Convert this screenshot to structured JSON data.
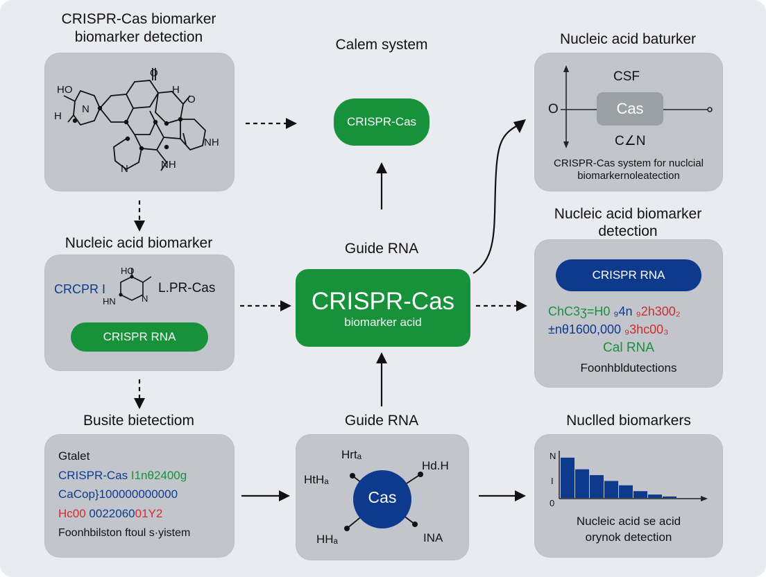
{
  "titles": {
    "top_left_line1": "CRISPR-Cas biomarker",
    "top_left_line2": "biomarker detection",
    "top_center": "Calem system",
    "top_right": "Nucleic acid baturker",
    "mid_left": "Nucleic acid biomarker",
    "mid_center": "Guide RNA",
    "mid_right_line1": "Nucleic acid biomarker",
    "mid_right_line2": "detection",
    "bottom_left": "Busite bietectiom",
    "bottom_center": "Guide RNA",
    "bottom_right": "Nuclled biomarkers"
  },
  "top_left_molecule": {
    "label_ho": "HO",
    "label_n": "N",
    "label_h_left": "H",
    "label_o_top": "O",
    "label_h_top": "H",
    "label_o_right": "O",
    "label_nh_right": "NH",
    "label_n_bottom": "N",
    "label_nh_bottom": "NH"
  },
  "top_center_pill": "CRISPR-Cas",
  "top_right_panel": {
    "label_top": "CSF",
    "label_bottom": "C∠N",
    "label_left": "O",
    "cas_label": "Cas",
    "caption_line1": "CRISPR-Cas system for nuclcial",
    "caption_line2": "biomarkernoleatection"
  },
  "mid_left_panel": {
    "text_left": "CRCPR I",
    "text_right": "L.PR-Cas",
    "mol_ho": "HO",
    "mol_hn": "HN",
    "mol_n": "N",
    "pill": "CRISPR RNA"
  },
  "center_box": {
    "title": "CRISPR-Cas",
    "subtitle": "biomarker acid"
  },
  "mid_right_panel": {
    "pill": "CRISPR RNA",
    "line1": {
      "a": "ChC3ʒ=H0",
      "b": "₉4n",
      "c": "₉2h300₂"
    },
    "line2": {
      "a": "±nθ1600,000",
      "b": "₉3hc00₃"
    },
    "line3": "Cal RNA",
    "line4": "Foonhbldutections"
  },
  "bottom_left_panel": {
    "heading": "Gtalet",
    "line1": {
      "a": "CRISPR-Cas",
      "b": "I1nθ2400g"
    },
    "line2": "CaCop}100000000000",
    "line3": {
      "a": "Hc00",
      "b": "0022060",
      "c": "01Y2"
    },
    "line4": "Foonhbilston ftoul s·yistem"
  },
  "bottom_center_panel": {
    "cas": "Cas",
    "top": "Hrtₐ",
    "left": "HtHₐ",
    "right": "Hd.H",
    "bottom_left": "HHₐ",
    "bottom_right": "INA"
  },
  "bottom_right_panel": {
    "axis_top": "N",
    "axis_mid": "I",
    "axis_zero": "0",
    "caption_line1": "Nucleic acid se acid",
    "caption_line2": "orynok detection"
  },
  "colors": {
    "green": "#17913a",
    "navy": "#0e3a8e",
    "red": "#d42a2a",
    "panel": "#c2c6cc",
    "background": "#e9ebf0"
  },
  "chart_data": {
    "type": "bar",
    "values": [
      0.83,
      0.59,
      0.47,
      0.35,
      0.26,
      0.14,
      0.07,
      0.03
    ],
    "ylim": [
      0,
      1
    ]
  }
}
